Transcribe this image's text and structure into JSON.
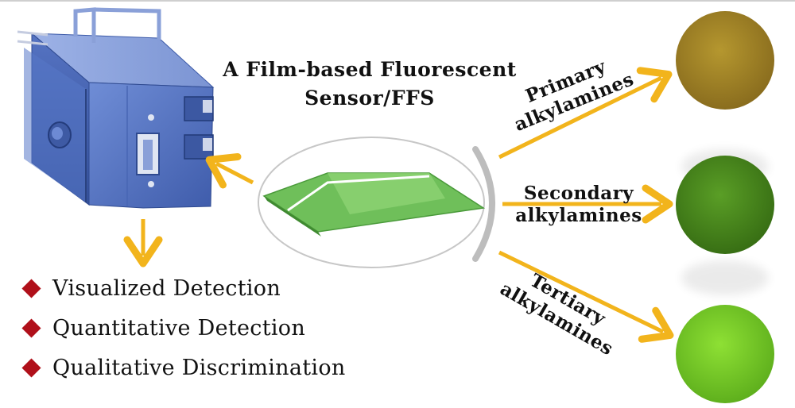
{
  "title": {
    "line1": "A Film-based Fluorescent",
    "line2": "Sensor/FFS"
  },
  "bullets": [
    "Visualized Detection",
    "Quantitative Detection",
    "Qualitative Discrimination"
  ],
  "branches": {
    "primary": {
      "line1": "Primary",
      "line2": "alkylamines"
    },
    "secondary": {
      "line1": "Secondary",
      "line2": "alkylamines"
    },
    "tertiary": {
      "line1": "Tertiary",
      "line2": "alkylamines"
    }
  },
  "colors": {
    "arrow": "#f2b41c",
    "device_blue": "#4f6fbf",
    "film_green": "#6fbf5a",
    "bullet_red": "#b0101a",
    "result_primary": "#a98a2c",
    "result_secondary": "#4e8f1f",
    "result_tertiary": "#7fd02c"
  },
  "icons": {
    "device": "fluorescence-instrument-icon",
    "film": "sensor-film-icon",
    "bullet": "red-diamond-icon"
  }
}
